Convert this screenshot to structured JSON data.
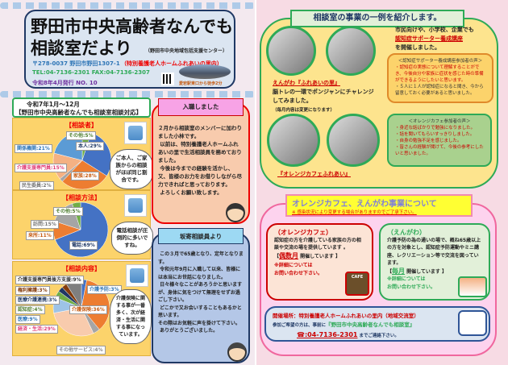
{
  "header": {
    "title_line1": "野田市中央高齢者なんでも",
    "title_line2": "相談室だより",
    "center_name": "（野田市中央地域包括支援センター）",
    "address": "〒278-0037 野田市野田1307-1",
    "address_note": "（特別養護老人ホームふれあいの里内）",
    "tel_fax": "TEL:04-7136-2301 FAX:04-7136-2307",
    "issue": "令和8年4月発行 NO. 10",
    "access": "愛宕駅東口から徒歩2分"
  },
  "stats": {
    "period": "令和7年1月～12月",
    "title": "【野田市中央高齢者なんでも相談室相談対応】"
  },
  "charts": [
    {
      "title": "【相談者】",
      "comment": "ご本人、ご家族からの相談がほぼ同じ割合です。"
    },
    {
      "title": "【相談方法】",
      "comment": "電話相談が圧倒的に多いですね。"
    },
    {
      "title": "【相談内容】",
      "comment": "介護保険に関する事が一番多く、次が経済・生活に関する事になっています。"
    }
  ],
  "chart_data": [
    {
      "type": "pie",
      "title": "【相談者】",
      "categories": [
        "その他",
        "本人",
        "家族",
        "民生委員",
        "介護支援専門員",
        "関係機関"
      ],
      "values": [
        5,
        29,
        28,
        2,
        15,
        21
      ],
      "labels": [
        "その他:5%",
        "本人:29%",
        "家族:28%",
        "民生委員:2%",
        "介護支援専門員:15%",
        "関係機関:21%"
      ],
      "colors": [
        "#70ad47",
        "#4472c4",
        "#ed7d31",
        "#a5a5a5",
        "#f4b183",
        "#5b9bd5"
      ]
    },
    {
      "type": "pie",
      "title": "【相談方法】",
      "categories": [
        "電話",
        "来所",
        "訪問",
        "その他"
      ],
      "values": [
        69,
        11,
        15,
        5
      ],
      "labels": [
        "電話:69%",
        "来所:11%",
        "訪問:15%",
        "その他:5%"
      ],
      "colors": [
        "#4472c4",
        "#ed7d31",
        "#a5a5a5",
        "#70ad47"
      ]
    },
    {
      "type": "pie",
      "title": "【相談内容】",
      "categories": [
        "介護予防",
        "介護保険",
        "その他サービス",
        "経済・生活",
        "医療",
        "認知症",
        "医療介護連携",
        "権利擁護",
        "介護支援専門員後方支援"
      ],
      "values": [
        3,
        36,
        4,
        29,
        9,
        4,
        3,
        3,
        9
      ],
      "labels": [
        "介護予防:3%",
        "介護保険:36%",
        "その他サービス:4%",
        "経済・生活:29%",
        "医療:9%",
        "認知症:4%",
        "医療介護連携:3%",
        "権利擁護:3%",
        "介護支援専門員後方支援:9%"
      ],
      "colors": [
        "#4472c4",
        "#ed7d31",
        "#a5a5a5",
        "#f8cbad",
        "#9dc3e6",
        "#70ad47",
        "#1f3864",
        "#843c0c",
        "#7f7f7f"
      ]
    }
  ],
  "join": {
    "banner": "入職しました",
    "text": "２月から相談室のメンバーに加わりました小林です。\n 以前は、特別養護老人ホームふれあいの里で生活相談員を務めておりました。\n 今後は今までの経験を活かし、又、皆様のお力をお借りしながら尽力できればと思っております。\n よろしくお願い致します。"
  },
  "farewell": {
    "banner": "坂寄相談員より",
    "text": " この３月で65歳となり、定年となります。\n 令和元年9月に入職して以来、皆様には本当にお世話になりました。\n 日々様々なことがあろうかと思いますが、身体に気をつけて無理をせずお過ごし下さい。\n どこかで又お会いすることもあるかと思います。\nその際はお気軽に声を掛けて下さい。\n ありがとうございました。"
  },
  "activities": {
    "title": "相談室の事業の一例を紹介します。",
    "supporter_intro1": "市民向けや、小学校、企業でも",
    "supporter_course": "認知症サポーター養成講座",
    "supporter_intro2": "を開催しました。",
    "supporter_voice_title": "＜認知症サポーター養成講座参加者の声＞",
    "supporter_voices": [
      "・認知症の実態について理解することができ、今後自分や家族に症状を感じた時の準備ができるようにしたいと思います。",
      "・５人に１人が認知症になると聞き、今から留意しておく必要があると思いました。"
    ],
    "engawa_name": "えんがわ『ふれあいの里』",
    "engawa_text": "脳トレの一環でポンジャンにチャレンジしてみました。",
    "engawa_note": "（毎月内容は変更になります）",
    "cafe_name": "『オレンジカフェふれあい』",
    "cafe_voice_title": "＜オレンジカフェ参加者の声＞",
    "cafe_voices": [
      "・身近な話ばかりで勉強になりました。",
      "・話を聞いてもらいすっきりしました。",
      "・自身の勉強不足を感じました。",
      "・皆さんの経験が聞けて、今後の参考にしたいと思いました。"
    ]
  },
  "events": {
    "title": "オレンジカフェ、えんがわ事業について",
    "notice": "※ 感染状況により変更する場合がありますのでご了承下さい。",
    "cafe": {
      "heading": "（オレンジカフェ）",
      "text": "認知症の方を介護している家族の方の相談や交流の場を提供しています 。",
      "freq_pre": "【",
      "freq": "偶数月",
      "freq_post": "開催しています 】",
      "note": "※詳細については\nお問い合わせ下さい。",
      "sign": "CAFE"
    },
    "engawa": {
      "heading": "（えんがわ）",
      "text": "介護予防の為の通いの場で、概ね65歳以上の方を対象とし、認知症予防運動やミニ講座、レクリエーション等で交流を図っています。",
      "freq_pre": "【",
      "freq": "毎月",
      "freq_post": "開催しています 】",
      "note": "※詳細については\nお問い合わせ下さい。"
    },
    "venue": "開催場所：特別養護老人ホームふれあいの里内（地域交流室）",
    "apply_pre": "参加ご希望の方は、事前に",
    "apply_office": "『野田市中央高齢者なんでも相談室』",
    "phone": "☎:04-7136-2301",
    "apply_post": "までご連絡下さい。"
  }
}
